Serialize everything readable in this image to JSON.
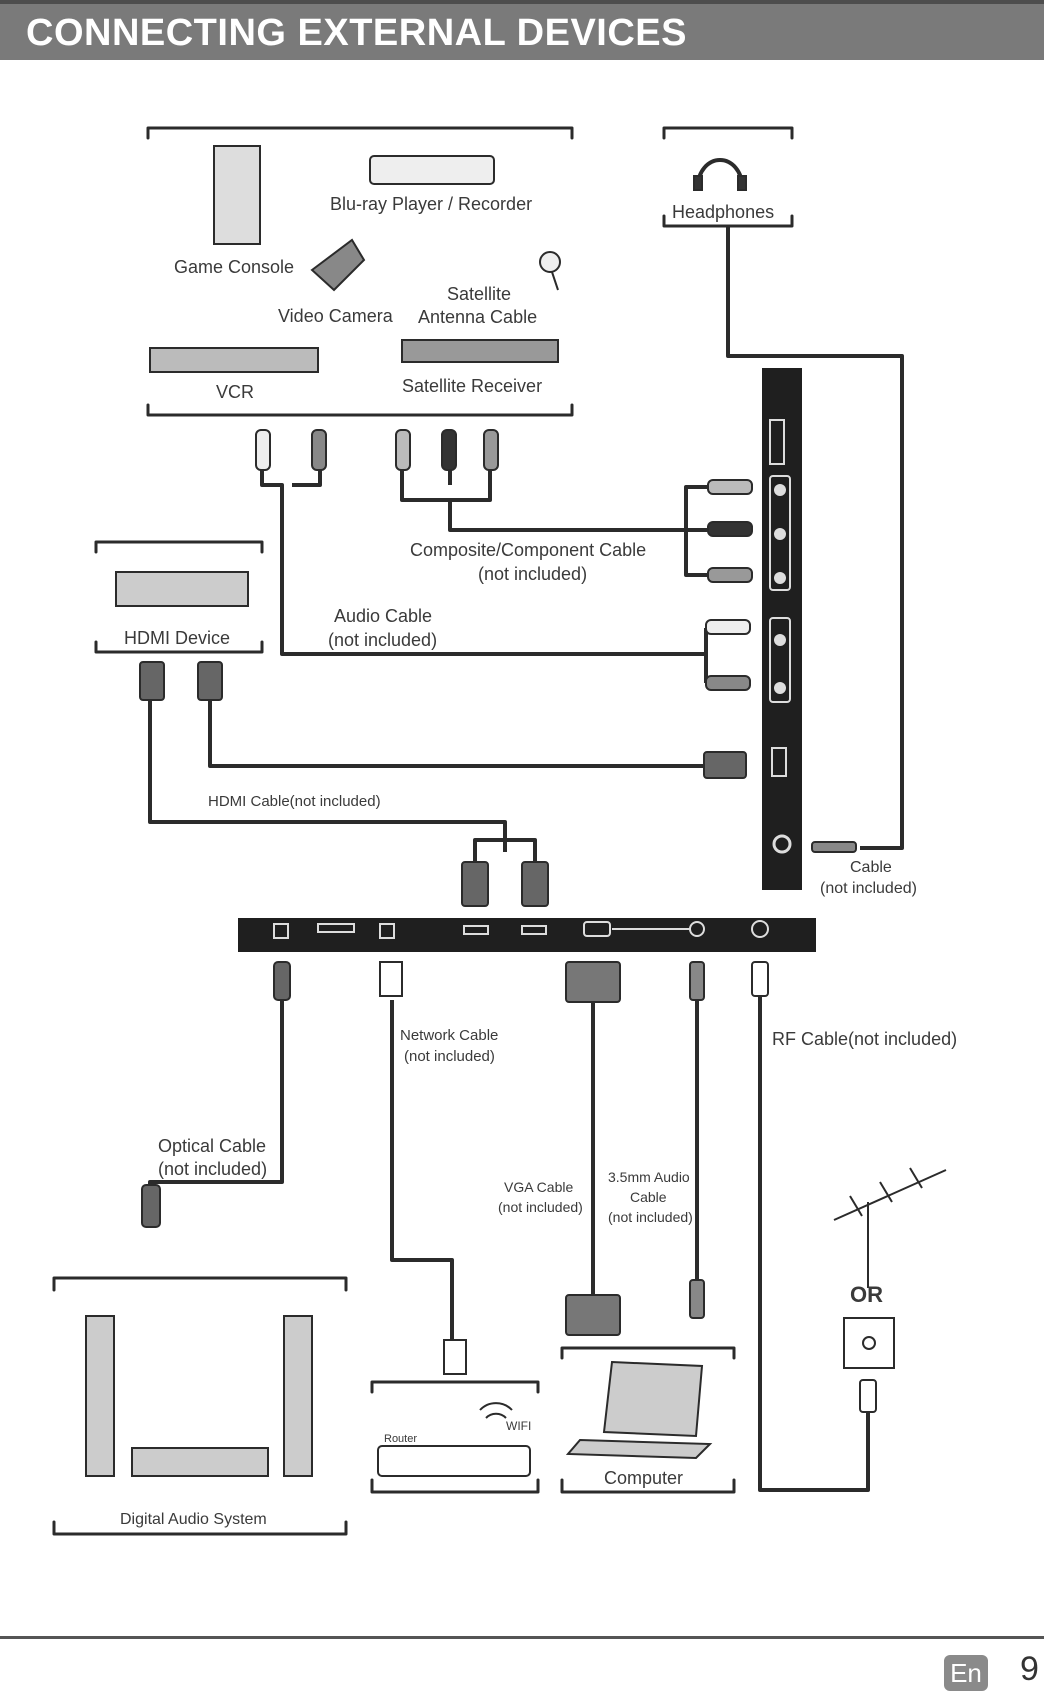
{
  "header": {
    "title": "CONNECTING EXTERNAL DEVICES"
  },
  "devices": {
    "blu_ray": "Blu-ray Player / Recorder",
    "game_console": "Game Console",
    "video_camera": "Video Camera",
    "satellite_antenna": [
      "Satellite",
      "Antenna Cable"
    ],
    "vcr": "VCR",
    "satellite_receiver": "Satellite Receiver",
    "headphones": "Headphones",
    "hdmi_device": "HDMI Device",
    "digital_audio": "Digital Audio System",
    "router": "Router",
    "wifi": "WIFI",
    "computer": "Computer",
    "or": "OR"
  },
  "cables": {
    "composite": [
      "Composite/Component Cable",
      "(not included)"
    ],
    "audio": [
      "Audio Cable",
      "(not included)"
    ],
    "hdmi": "HDMI Cable(not included)",
    "headphone": [
      "Cable",
      "(not included)"
    ],
    "network": [
      "Network Cable",
      "(not included)"
    ],
    "rf": "RF Cable(not included)",
    "optical": [
      "Optical Cable",
      "(not included)"
    ],
    "vga": [
      "VGA Cable",
      "(not included)"
    ],
    "audio35": [
      "3.5mm Audio",
      "Cable",
      "(not included)"
    ]
  },
  "footer": {
    "lang": "En",
    "page": "9"
  }
}
